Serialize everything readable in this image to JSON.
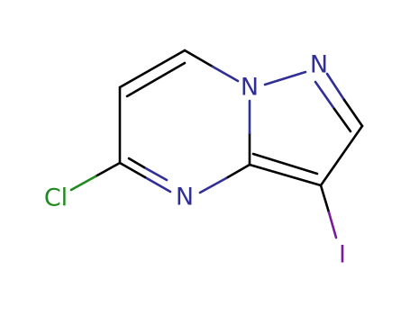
{
  "molecule": {
    "atoms": {
      "n_bridge": {
        "label": "N",
        "color": "#2f2f96"
      },
      "n_pyrazole": {
        "label": "N",
        "color": "#2f2f96"
      },
      "n_pyrimidine": {
        "label": "N",
        "color": "#2f2f96"
      },
      "chlorine": {
        "label": "Cl",
        "color": "#1f8a1f"
      },
      "iodine": {
        "label": "I",
        "color": "#7a1a9a"
      }
    },
    "colors": {
      "carbon_bond": "#000000",
      "nitrogen": "#2f2f96",
      "chlorine": "#1f8a1f",
      "iodine": "#7a1a9a"
    }
  }
}
